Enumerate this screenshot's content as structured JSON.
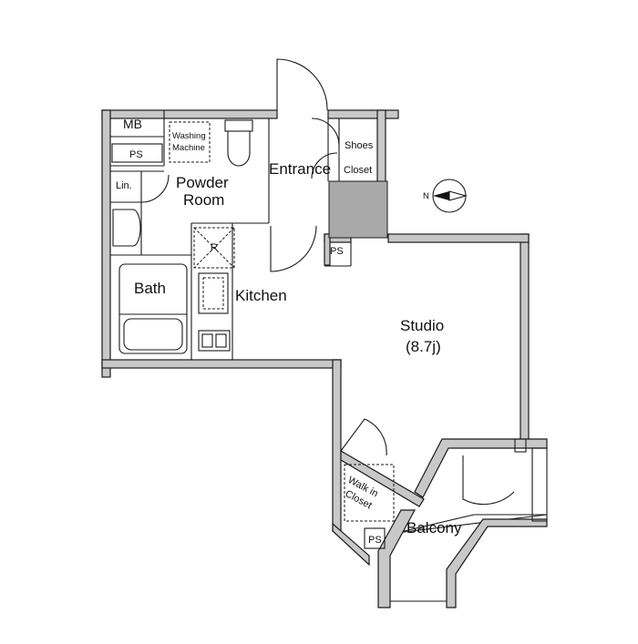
{
  "rooms": {
    "mb": "MB",
    "ps_top": "PS",
    "washing_line1": "Washing",
    "washing_line2": "Machine",
    "shoes_line1": "Shoes",
    "shoes_line2": "Closet",
    "linen": "Lin.",
    "powder_line1": "Powder",
    "powder_line2": "Room",
    "entrance": "Entrance",
    "refrigerator": "R",
    "ps_mid": "PS",
    "bath": "Bath",
    "kitchen": "Kitchen",
    "studio": "Studio",
    "studio_size": "(8.7j)",
    "walkin_line1": "Walk in",
    "walkin_line2": "Closet",
    "ps_bottom": "PS",
    "balcony": "Balcony"
  },
  "compass": {
    "north_label": "N"
  }
}
